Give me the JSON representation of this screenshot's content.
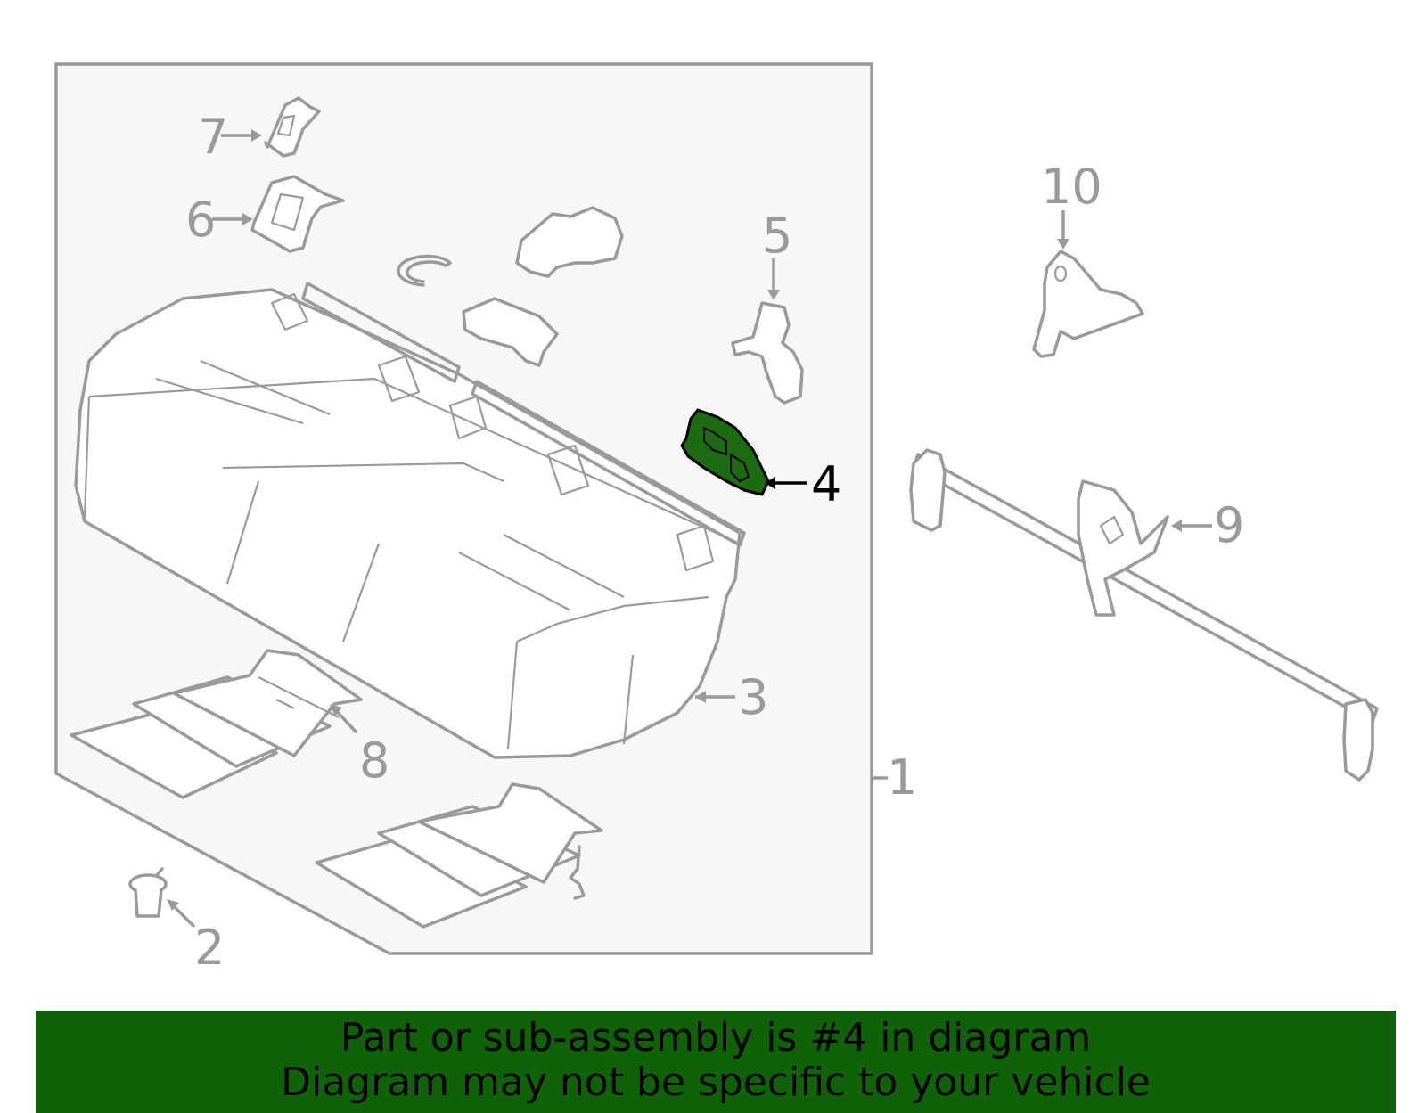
{
  "callouts": {
    "c1": "1",
    "c2": "2",
    "c3": "3",
    "c4": "4",
    "c5": "5",
    "c6": "6",
    "c7": "7",
    "c8": "8",
    "c9": "9",
    "c10": "10"
  },
  "highlighted_part": "4",
  "colors": {
    "line": "#9a9a9a",
    "assembly_box_fill": "#f7f7f7",
    "highlight_part": "#1c6b10",
    "banner_background": "#106207",
    "banner_text": "#000000"
  },
  "banner": {
    "line1": "Part or sub-assembly is #4 in diagram",
    "line2": "Diagram may not be specific to your vehicle"
  }
}
